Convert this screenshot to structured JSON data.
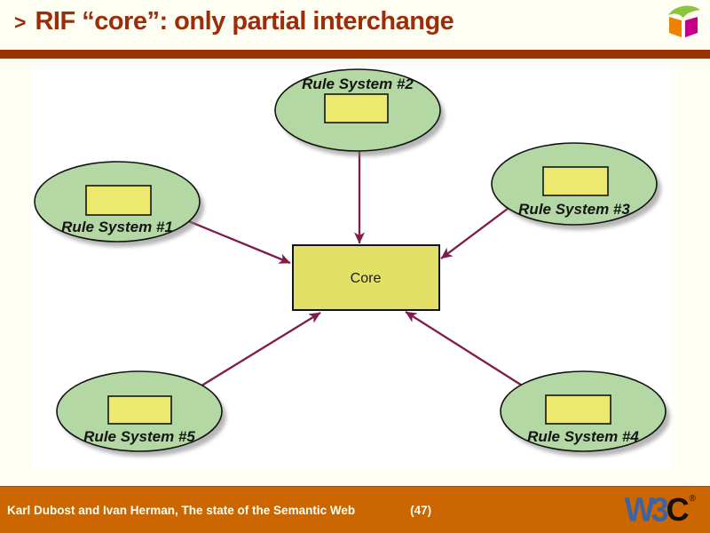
{
  "header": {
    "marker": ">",
    "title": "RIF “core”: only partial interchange"
  },
  "diagram": {
    "core_label": "Core",
    "systems": [
      {
        "label": "Rule System #1"
      },
      {
        "label": "Rule System #2"
      },
      {
        "label": "Rule System #3"
      },
      {
        "label": "Rule System #4"
      },
      {
        "label": "Rule System #5"
      }
    ]
  },
  "footer": {
    "credit": "Karl Dubost and Ivan Herman, The state of the Semantic Web",
    "page": "(47)",
    "logo": {
      "w3": "W3",
      "c": "C",
      "reg": "®"
    }
  },
  "icons": {
    "cube_logo": "w3c-open-cube-icon"
  },
  "colors": {
    "background_cream": "#FFFEF2",
    "canvas_white": "#FFFFFF",
    "title_text": "#9B2D0A",
    "title_rule": "#993300",
    "footer_bar": "#CC6600",
    "footer_text": "#FFFDEE",
    "arrow": "#801C4D",
    "ellipse_fill": "#B4D8A4",
    "ellipse_stroke": "#141414",
    "node_yellow": "#ECE96E",
    "core_yellow": "#E3E068",
    "w3c_blue": "#3C64A4",
    "cube_green": "#8CC63E",
    "cube_orange": "#EF8200",
    "cube_magenta": "#C40089"
  }
}
